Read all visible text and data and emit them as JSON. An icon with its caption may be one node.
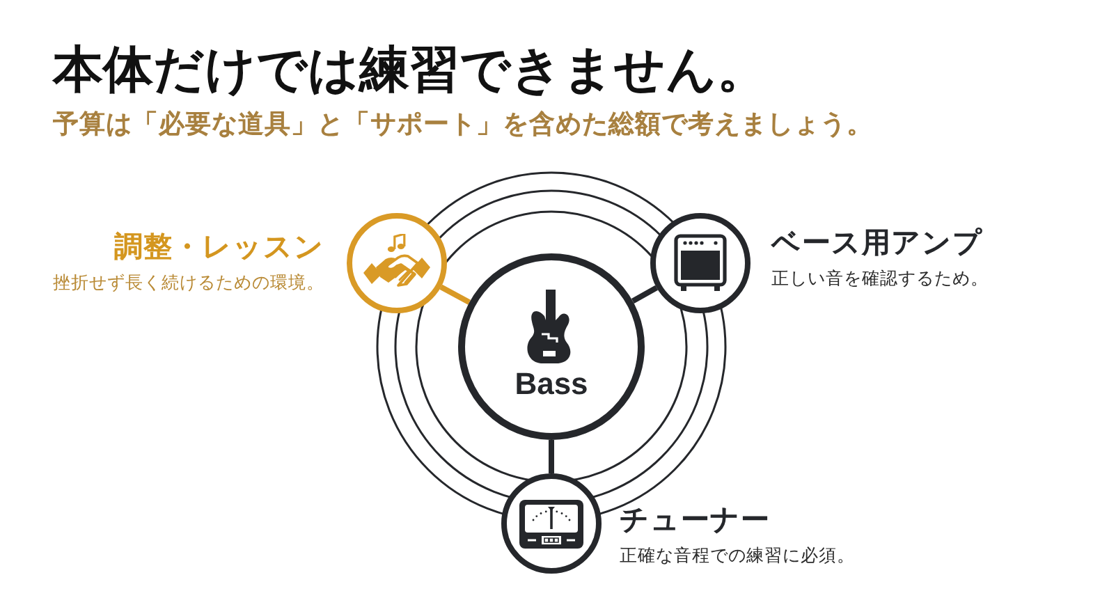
{
  "diagram": {
    "title": "本体だけでは練習できません。",
    "nodes": [
      {
        "text": [
          "Bass"
        ]
      },
      {
        "text": [],
        "shape": "circle",
        "beside": [
          "調整・レッスン",
          "挫折せず長く続けるための環境。"
        ]
      },
      {
        "text": [],
        "shape": "circle",
        "beside": [
          "ベース用アンプ",
          "正しい音を確認するため。"
        ]
      },
      {
        "text": [],
        "shape": "circle",
        "beside": [
          "チューナー",
          "正確な音程での練習に必須。"
        ]
      }
    ],
    "edges": [
      {
        "from": 0,
        "to": 1,
        "arrow": "none",
        "color": "#d99a26"
      },
      {
        "from": 0,
        "to": 2,
        "arrow": "none"
      },
      {
        "from": 0,
        "to": 3,
        "arrow": "none"
      }
    ],
    "labels": [
      "予算は「必要な道具」と「サポート」を含めた総額で考えましょう。"
    ]
  }
}
